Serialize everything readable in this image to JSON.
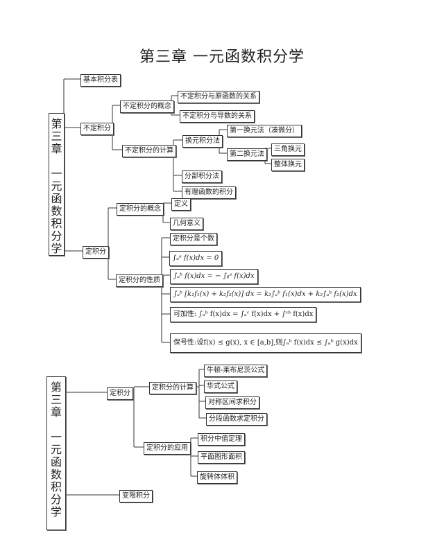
{
  "title": "第三章 一元函数积分学",
  "side_top": [
    "第",
    "三",
    "章",
    "",
    "一",
    "元",
    "函",
    "数",
    "积",
    "分",
    "学"
  ],
  "side_bottom": [
    "第",
    "三",
    "章",
    "",
    "一",
    "元",
    "函",
    "数",
    "积",
    "分",
    "学"
  ],
  "top": {
    "jibenbiao": "基本积分表",
    "budingjifen": "不定积分",
    "buding_gainian": "不定积分的概念",
    "gx_yuanhanshu": "不定积分与原函数的关系",
    "gx_daoshu": "不定积分与导数的关系",
    "buding_jisuan": "不定积分的计算",
    "huanyuan": "换元积分法",
    "diyi": "第一换元法（凑微分）",
    "dier": "第二换元法",
    "sanjiao": "三角换元",
    "zhengti": "整体换元",
    "fenbu": "分部积分法",
    "youli": "有理函数的积分",
    "dingjifen": "定积分",
    "ding_gainian": "定积分的概念",
    "dingyi": "定义",
    "jihe": "几何意义",
    "ding_xingzhi": "定积分的性质",
    "p1": "定积分是个数",
    "p2": "∫ₐᵃ f(x)dx = 0",
    "p3": "∫ₐᵇ f(x)dx = − ∫ᵦᵃ f(x)dx",
    "p4": "∫ₐᵇ [k₁f₁(x) + k₂f₂(x)] dx = k₁∫ₐᵇ f₁(x)dx + k₂∫ₐᵇ f₂(x)dx",
    "p5": "可加性: ∫ₐᵇ f(x)dx = ∫ₐᶜ f(x)dx + ∫ᶜᵇ f(x)dx",
    "p6": "保号性:设f(x) ≤ g(x), x ∈ [a,b],则∫ₐᵇ f(x)dx ≤ ∫ₐᵇ g(x)dx"
  },
  "bottom": {
    "dingjifen": "定积分",
    "ding_jisuan": "定积分的计算",
    "niulai": "牛顿-莱布尼茨公式",
    "huashi": "华式公式",
    "duichen": "对称区间求积分",
    "fenduan": "分段函数求定积分",
    "ding_yingyong": "定积分的应用",
    "zhongzhi": "积分中值定理",
    "pingmian": "平面图形面积",
    "xuanzhuan": "旋转体体积",
    "bianxian": "变限积分"
  }
}
